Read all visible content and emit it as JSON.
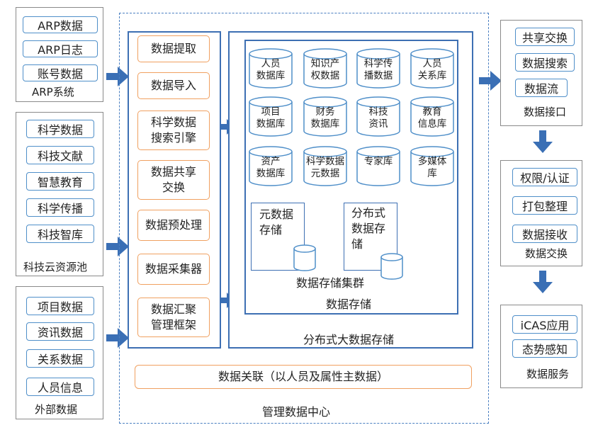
{
  "sources": {
    "arp": {
      "items": [
        "ARP数据",
        "ARP日志",
        "账号数据"
      ],
      "title": "ARP系统"
    },
    "cloud": {
      "items": [
        "科学数据",
        "科技文献",
        "智慧教育",
        "科学传播",
        "科技智库"
      ],
      "title": "科技云资源池"
    },
    "external": {
      "items": [
        "项目数据",
        "资讯数据",
        "关系数据",
        "人员信息"
      ],
      "title": "外部数据"
    }
  },
  "center": {
    "title": "管理数据中心",
    "functions": [
      "数据提取",
      "数据导入",
      "科学数据\n搜索引擎",
      "数据共享\n交换",
      "数据预处理",
      "数据采集器",
      "数据汇聚\n管理框架"
    ],
    "association": "数据关联（以人员及属性主数据）",
    "distributed_title": "分布式大数据存储",
    "storage_title": "数据存储",
    "cluster_title": "数据存储集群",
    "databases": [
      "人员\n数据库",
      "知识产\n权数据",
      "科学传\n播数据",
      "人员\n关系库",
      "项目\n数据库",
      "财务\n数据库",
      "科技\n资讯",
      "教育\n信息库",
      "资产\n数据库",
      "科学数据\n元数据",
      "专家库",
      "多媒体\n库"
    ],
    "meta_storage": "元数据\n存储",
    "dist_storage": "分布式\n数据存\n储"
  },
  "right": {
    "interface": {
      "items": [
        "共享交换",
        "数据搜索",
        "数据流"
      ],
      "title": "数据接口"
    },
    "exchange": {
      "items": [
        "权限/认证",
        "打包整理",
        "数据接收"
      ],
      "title": "数据交换"
    },
    "service": {
      "items": [
        "iCAS应用",
        "态势感知"
      ],
      "title": "数据服务"
    }
  },
  "colors": {
    "arrow": "#3a6fb5",
    "db_stroke": "#4f8fc9",
    "orange": "#f0a060",
    "blue_frame": "#3d6fb3"
  }
}
